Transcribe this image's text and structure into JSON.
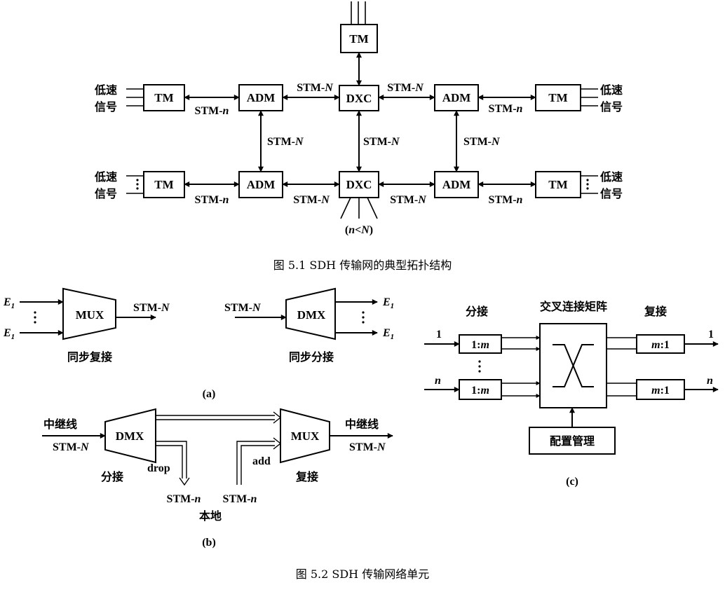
{
  "fig1": {
    "caption": "图 5.1   SDH 传输网的典型拓扑结构",
    "node_tm": "TM",
    "node_adm": "ADM",
    "node_dxc": "DXC",
    "stm_big_prefix": "STM-",
    "stm_big_var": "N",
    "stm_small_prefix": "STM-",
    "stm_small_var": "n",
    "low_speed_1": "低速",
    "low_speed_2": "信号",
    "cond_open": "(",
    "cond_n": "n",
    "cond_lt": "<",
    "cond_N": "N",
    "cond_close": ")"
  },
  "fig2": {
    "caption": "图 5.2   SDH 传输网络单元",
    "a": {
      "e": "E",
      "e_sub": "1",
      "mux": "MUX",
      "dmx": "DMX",
      "mux_caption": "同步复接",
      "dmx_caption": "同步分接",
      "label": "(a)"
    },
    "b": {
      "trunk": "中继线",
      "dmx": "DMX",
      "mux": "MUX",
      "drop": "drop",
      "add": "add",
      "demux_caption": "分接",
      "mux_caption": "复接",
      "local": "本地",
      "label": "(b)"
    },
    "c": {
      "split": "分接",
      "matrix": "交叉连接矩阵",
      "merge": "复接",
      "one_to_m": "1:",
      "m": "m",
      "m_to_one": ":1",
      "in1": "1",
      "inn": "n",
      "config": "配置管理",
      "label": "(c)"
    }
  }
}
